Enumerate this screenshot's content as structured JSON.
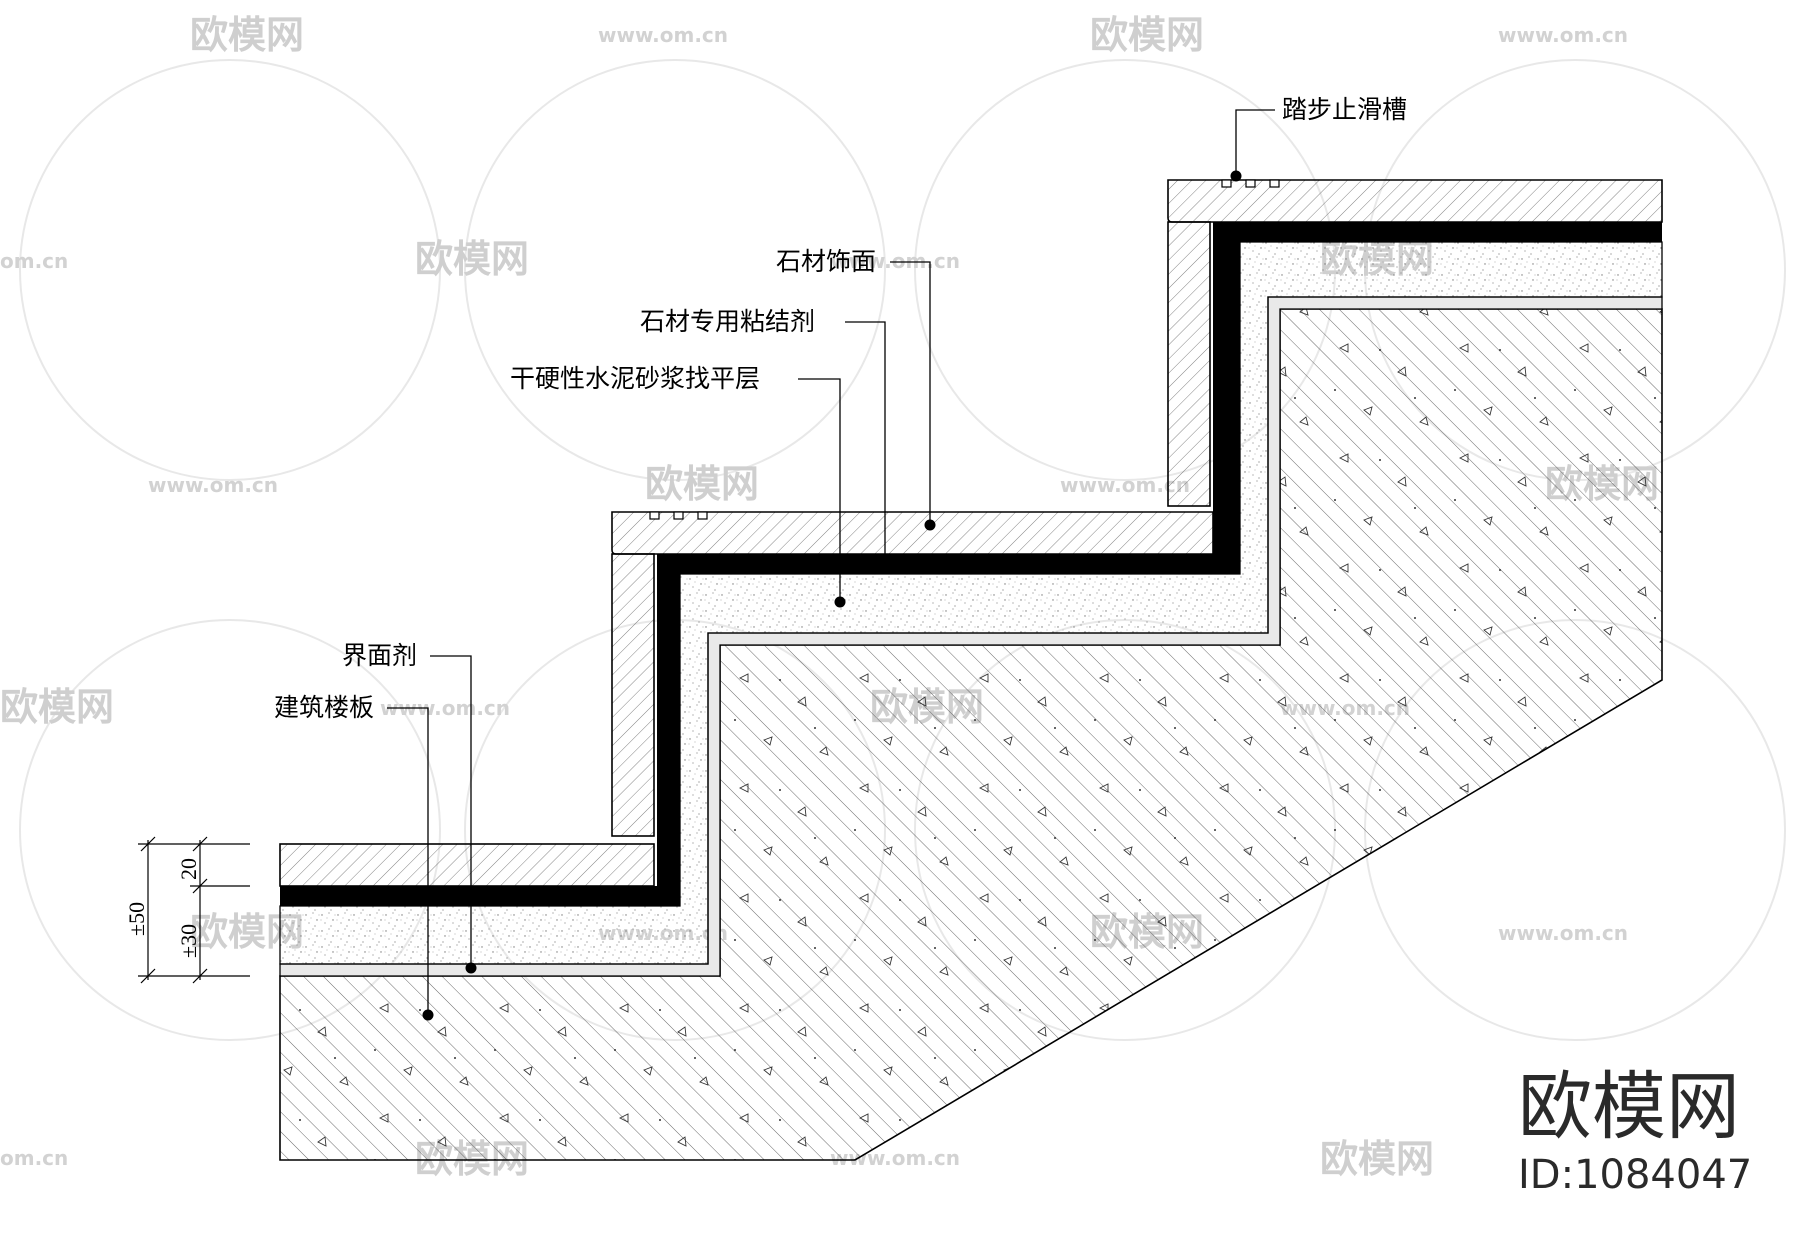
{
  "callouts": {
    "anti_slip_groove": "踏步止滑槽",
    "stone_finish": "石材饰面",
    "stone_adhesive": "石材专用粘结剂",
    "leveling_layer": "干硬性水泥砂浆找平层",
    "interface_agent": "界面剂",
    "floor_slab": "建筑楼板"
  },
  "dimensions": {
    "finish_thickness": "20",
    "leveling_thickness": "±30",
    "total_thickness": "±50"
  },
  "watermark": {
    "brand": "欧模网",
    "id_label": "ID:1084047",
    "url": "www.om.cn",
    "url_short": "om.cn"
  },
  "colors": {
    "line": "#000000",
    "watermark": "#cfcfcf",
    "hatch": "#555555"
  }
}
